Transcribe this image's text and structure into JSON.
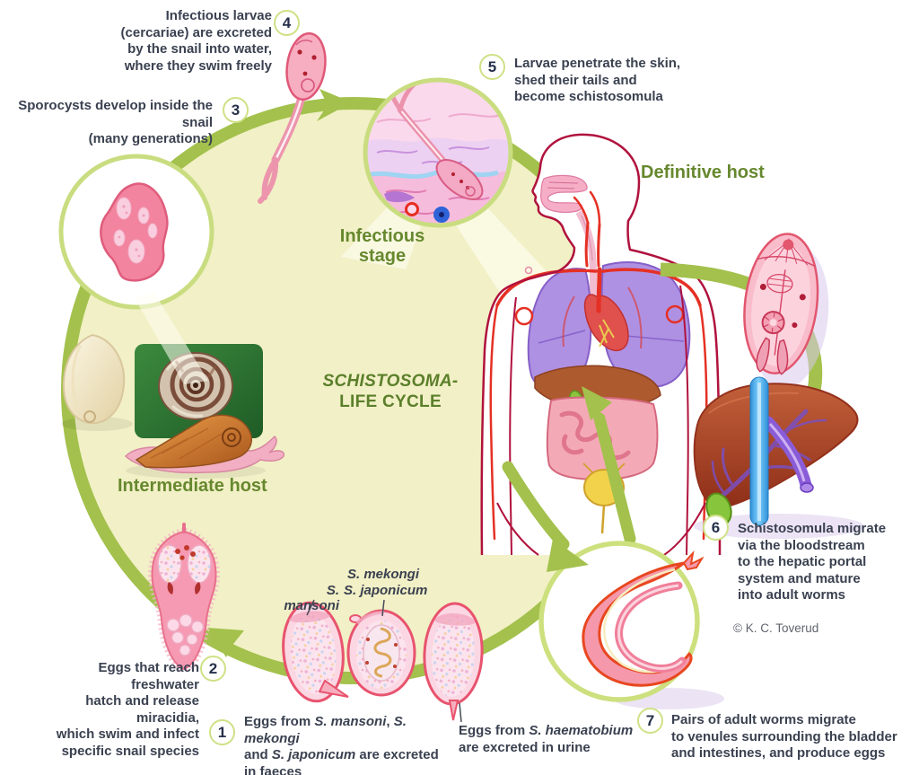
{
  "diagram_title": {
    "line1": "SCHISTOSOMA-",
    "line2": "LIFE CYCLE"
  },
  "host_labels": {
    "definitive": "Definitive host",
    "intermediate": "Intermediate host",
    "infectious_l1": "Infectious",
    "infectious_l2": "stage"
  },
  "steps": {
    "s1": {
      "num": "1",
      "l1a": "Eggs from ",
      "l1b": "S. mansoni",
      "l1c": ", ",
      "l1d": "S. mekongi",
      "l2a": "and ",
      "l2b": "S. japonicum",
      "l2c": " are excreted",
      "l3": "in faeces"
    },
    "s2": {
      "num": "2",
      "l1": "Eggs that reach freshwater",
      "l2": "hatch and release miracidia,",
      "l3": "which swim and infect",
      "l4": "specific snail species"
    },
    "s3": {
      "num": "3",
      "l1": "Sporocysts develop inside the snail",
      "l2": "(many generations)"
    },
    "s4": {
      "num": "4",
      "l1": "Infectious larvae",
      "l2": "(cercariae) are excreted",
      "l3": "by the snail into water,",
      "l4": "where they swim freely"
    },
    "s5": {
      "num": "5",
      "l1": "Larvae penetrate the skin,",
      "l2": "shed their tails and",
      "l3": "become schistosomula"
    },
    "s6": {
      "num": "6",
      "l1": "Schistosomula migrate",
      "l2": "via the bloodstream",
      "l3": "to the hepatic portal",
      "l4": "system and mature",
      "l5": "into adult worms"
    },
    "s7": {
      "num": "7",
      "l1": "Pairs of adult worms migrate",
      "l2": "to venules surrounding the bladder",
      "l3": "and intestines, and produce eggs"
    }
  },
  "egg_labels": {
    "mansoni": "S. mansoni",
    "mekongi": "S. mekongi",
    "japonicum": "S. japonicum",
    "haematobium_a": "Eggs from ",
    "haematobium_b": "S. haematobium",
    "haematobium_l2": "are excreted in urine"
  },
  "credit": "© K. C. Toverud",
  "colors": {
    "cycle_disc": "#f2f0c6",
    "cycle_ring": "#a3c14c",
    "green_label": "#66882e",
    "body_text": "#3a4150",
    "pink": "#f59ab2",
    "crimson": "#d64d72",
    "human_outline": "#b0123d",
    "lung_purple": "#ab8ce2",
    "liver_brown": "#a84527",
    "vein_purple": "#7a4fc0",
    "vessel_blue": "#3da8f0",
    "worm_orange": "#e8471f"
  }
}
